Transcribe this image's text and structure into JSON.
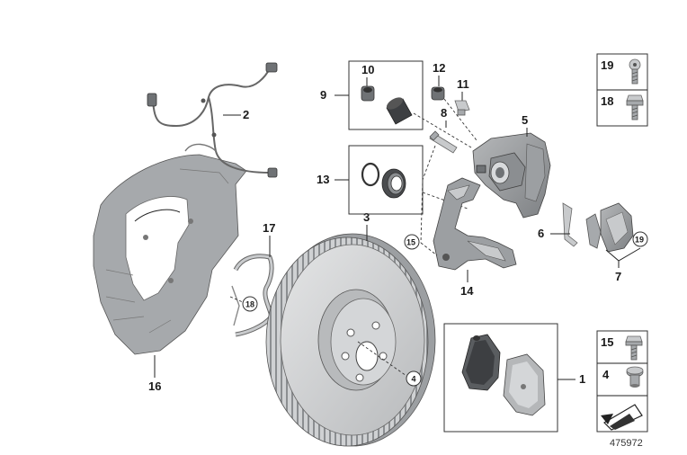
{
  "diagram_id": "475972",
  "callouts": {
    "c1": "1",
    "c2": "2",
    "c3": "3",
    "c4": "4",
    "c5": "5",
    "c6": "6",
    "c7": "7",
    "c8": "8",
    "c9": "9",
    "c10": "10",
    "c11": "11",
    "c12": "12",
    "c13": "13",
    "c14": "14",
    "c16": "16",
    "c17": "17"
  },
  "circled_refs": {
    "r4": "4",
    "r15": "15",
    "r18": "18",
    "r19": "19"
  },
  "side_legend": {
    "top": [
      "19",
      "18"
    ],
    "bottom": [
      "15",
      "4"
    ]
  }
}
